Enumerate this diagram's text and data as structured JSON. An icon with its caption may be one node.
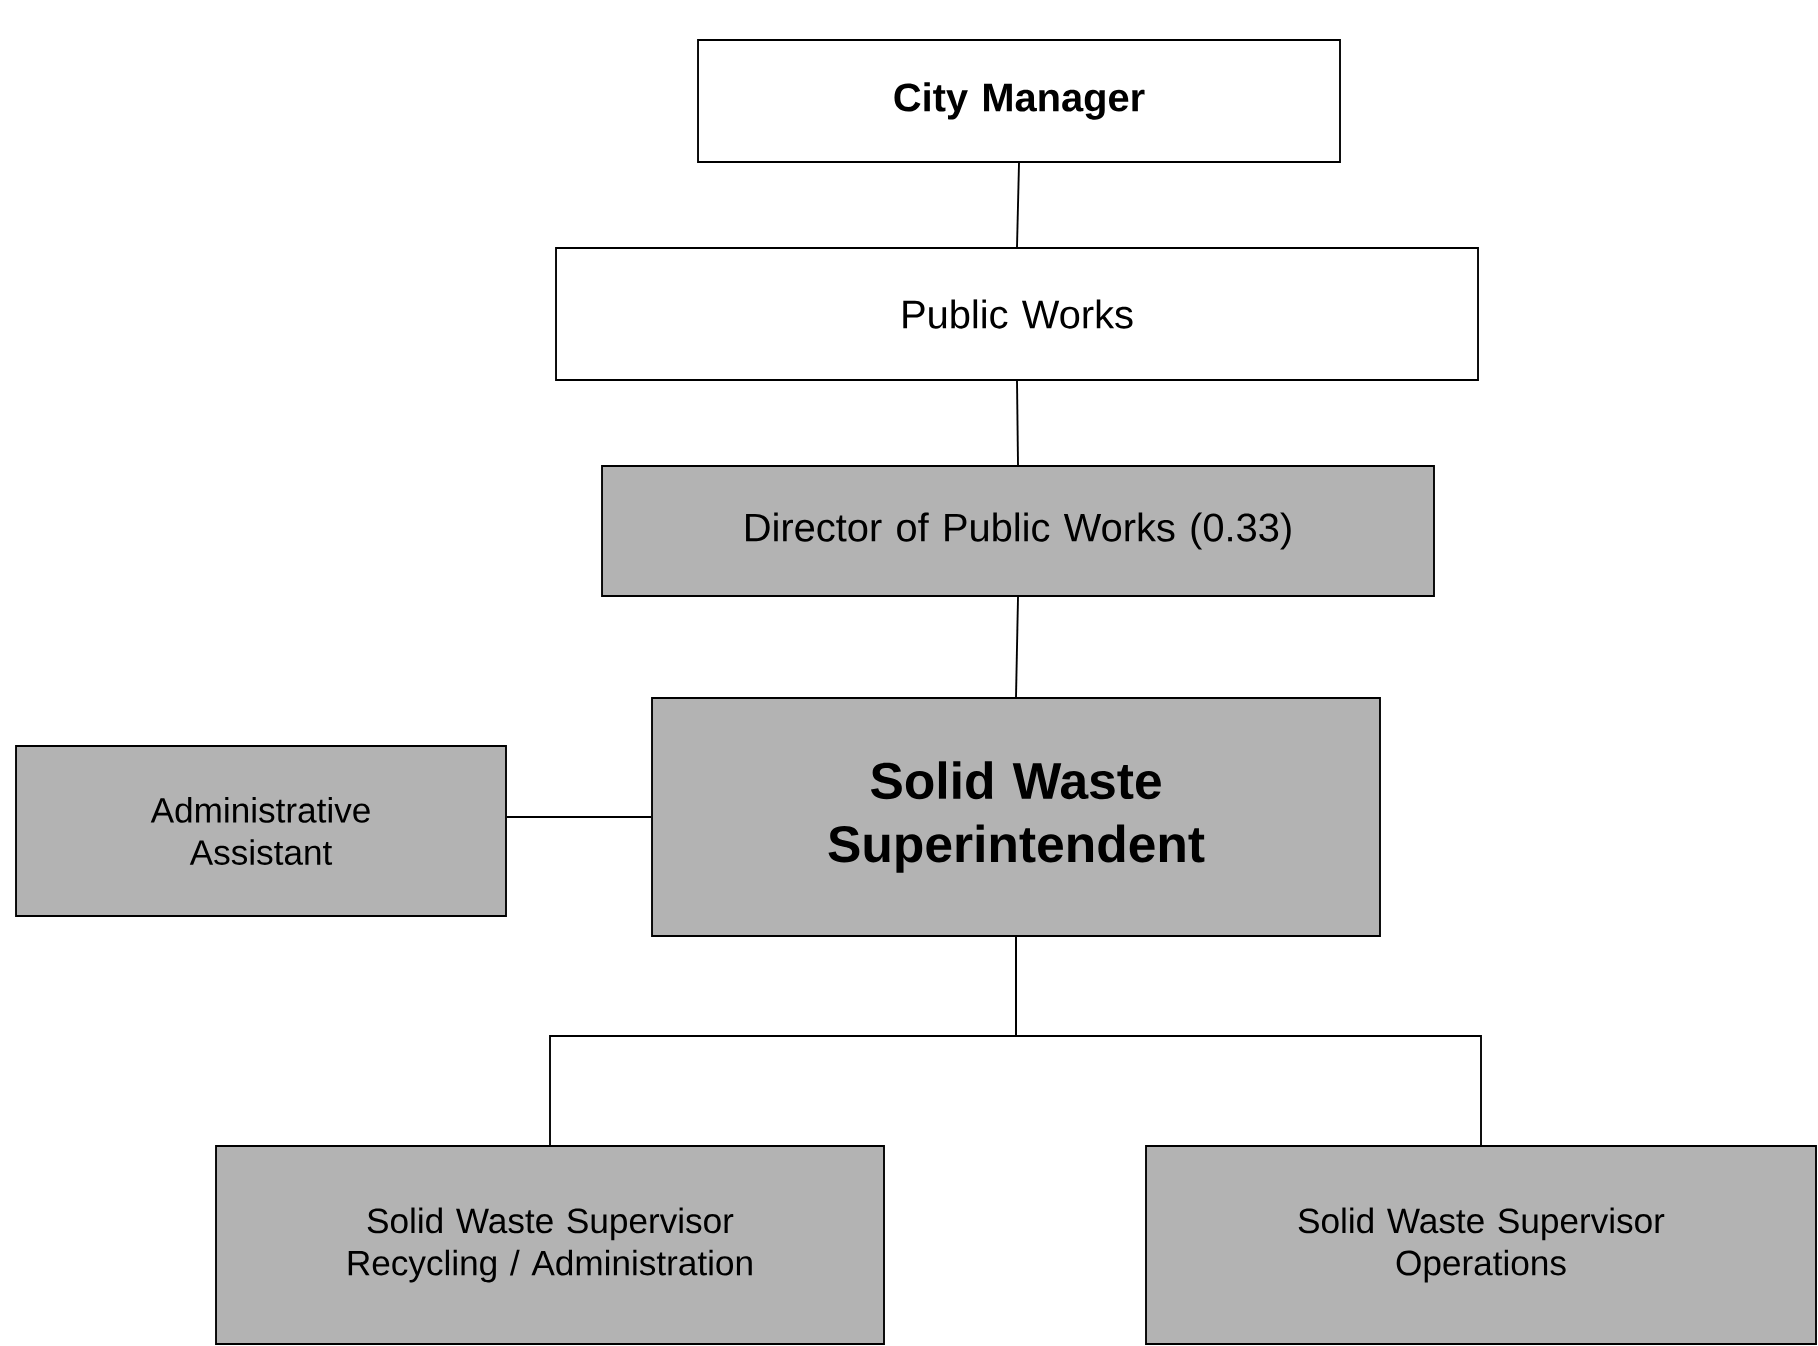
{
  "diagram": {
    "nodes": [
      {
        "text": [
          "City Manager"
        ]
      },
      {
        "text": [
          "Public Works"
        ]
      },
      {
        "text": [
          "Director of Public Works (0.33)"
        ]
      },
      {
        "text": [
          "Solid Waste Superintendent"
        ]
      },
      {
        "text": [
          "Administrative Assistant"
        ]
      },
      {
        "text": [
          "Solid Waste Supervisor",
          "Recycling / Administration"
        ]
      },
      {
        "text": [
          "Solid Waste Supervisor",
          "Operations"
        ]
      }
    ],
    "edges": [
      {
        "from": 0,
        "to": 1,
        "arrow": "none"
      },
      {
        "from": 1,
        "to": 2,
        "arrow": "none"
      },
      {
        "from": 2,
        "to": 3,
        "arrow": "none"
      },
      {
        "from": 3,
        "to": 4,
        "arrow": "none"
      },
      {
        "from": 3,
        "to": 5,
        "arrow": "none"
      },
      {
        "from": 3,
        "to": 6,
        "arrow": "none"
      }
    ]
  }
}
